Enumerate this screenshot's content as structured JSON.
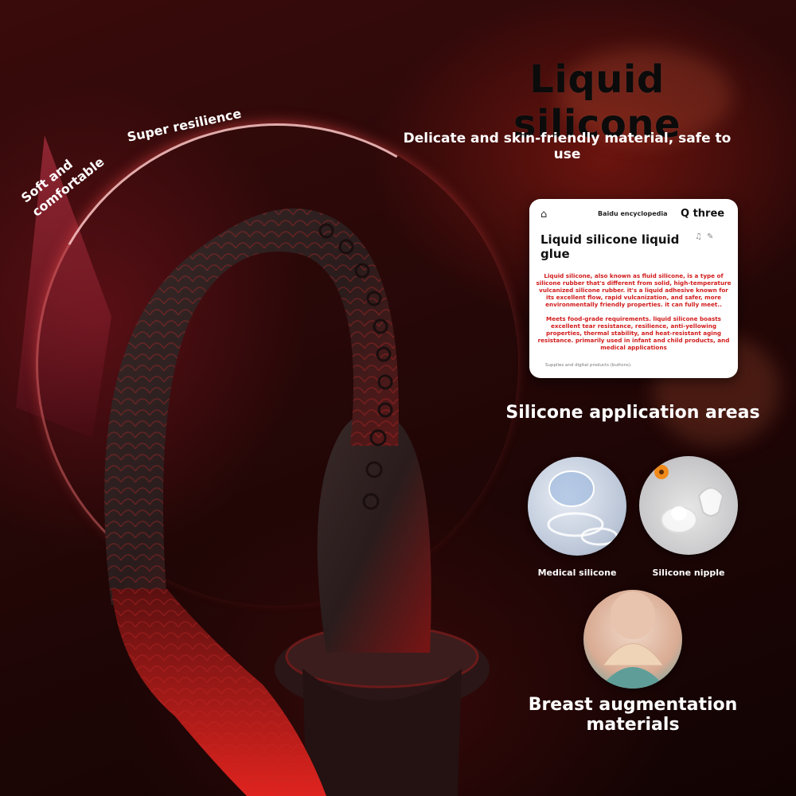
{
  "headline": "Liquid silicone",
  "subheadline": "Delicate and skin-friendly material, safe to use",
  "features": {
    "resilience": "Super resilience",
    "soft": "Soft and\ncomfortable"
  },
  "card": {
    "source": "Baidu encyclopedia",
    "query": "Q three",
    "title": "Liquid silicone liquid glue",
    "paragraph1": "Liquid silicone, also known as fluid silicone, is a type of silicone rubber that's different from solid, high-temperature vulcanized silicone rubber. it's a liquid adhesive known for its excellent flow, rapid vulcanization, and safer, more environmentally friendly properties. it can fully meet..",
    "paragraph2": "Meets food-grade requirements. liquid silicone boasts excellent tear resistance, resilience, anti-yellowing properties, thermal stability, and heat-resistant aging resistance. primarily used in infant and child products, and medical applications",
    "footer": "Supplies and digital products (buttons)."
  },
  "applications": {
    "title": "Silicone application areas",
    "items": [
      {
        "caption": "Medical silicone",
        "icon": "medical-silicone-image"
      },
      {
        "caption": "Silicone nipple",
        "icon": "silicone-nipple-image"
      }
    ],
    "breast_title": "Breast augmentation materials"
  },
  "colors": {
    "background": "#1a0606",
    "accent_red": "#d21b1b",
    "text_white": "#ffffff",
    "headline": "#0b0b0b"
  }
}
